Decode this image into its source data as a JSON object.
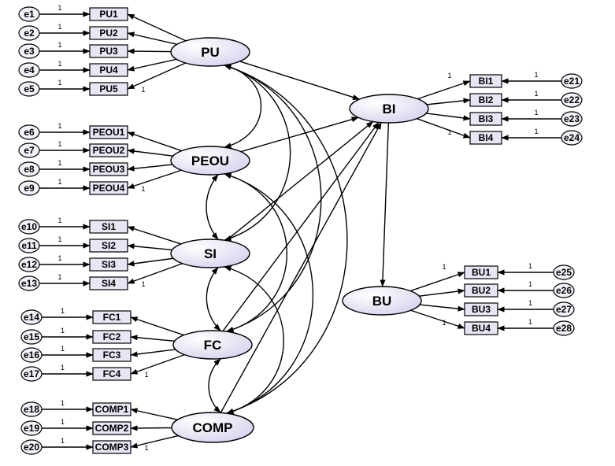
{
  "latents": [
    {
      "id": "PU",
      "label": "PU"
    },
    {
      "id": "PEOU",
      "label": "PEOU"
    },
    {
      "id": "SI",
      "label": "SI"
    },
    {
      "id": "FC",
      "label": "FC"
    },
    {
      "id": "COMP",
      "label": "COMP"
    },
    {
      "id": "BI",
      "label": "BI"
    },
    {
      "id": "BU",
      "label": "BU"
    }
  ],
  "measurement": [
    {
      "latent": "PU",
      "indicators": [
        {
          "label": "PU1",
          "error": "e1"
        },
        {
          "label": "PU2",
          "error": "e2"
        },
        {
          "label": "PU3",
          "error": "e3"
        },
        {
          "label": "PU4",
          "error": "e4"
        },
        {
          "label": "PU5",
          "error": "e5"
        }
      ]
    },
    {
      "latent": "PEOU",
      "indicators": [
        {
          "label": "PEOU1",
          "error": "e6"
        },
        {
          "label": "PEOU2",
          "error": "e7"
        },
        {
          "label": "PEOU3",
          "error": "e8"
        },
        {
          "label": "PEOU4",
          "error": "e9"
        }
      ]
    },
    {
      "latent": "SI",
      "indicators": [
        {
          "label": "SI1",
          "error": "e10"
        },
        {
          "label": "SI2",
          "error": "e11"
        },
        {
          "label": "SI3",
          "error": "e12"
        },
        {
          "label": "SI4",
          "error": "e13"
        }
      ]
    },
    {
      "latent": "FC",
      "indicators": [
        {
          "label": "FC1",
          "error": "e14"
        },
        {
          "label": "FC2",
          "error": "e15"
        },
        {
          "label": "FC3",
          "error": "e16"
        },
        {
          "label": "FC4",
          "error": "e17"
        }
      ]
    },
    {
      "latent": "COMP",
      "indicators": [
        {
          "label": "COMP1",
          "error": "e18"
        },
        {
          "label": "COMP2",
          "error": "e19"
        },
        {
          "label": "COMP3",
          "error": "e20"
        }
      ]
    },
    {
      "latent": "BI",
      "indicators": [
        {
          "label": "BI1",
          "error": "e21"
        },
        {
          "label": "BI2",
          "error": "e22"
        },
        {
          "label": "BI3",
          "error": "e23"
        },
        {
          "label": "BI4",
          "error": "e24"
        }
      ]
    },
    {
      "latent": "BU",
      "indicators": [
        {
          "label": "BU1",
          "error": "e25"
        },
        {
          "label": "BU2",
          "error": "e26"
        },
        {
          "label": "BU3",
          "error": "e27"
        },
        {
          "label": "BU4",
          "error": "e28"
        }
      ]
    }
  ],
  "fixed_weight_label": "1",
  "structural_paths": [
    {
      "from": "PU",
      "to": "BI"
    },
    {
      "from": "PEOU",
      "to": "BI"
    },
    {
      "from": "SI",
      "to": "BI"
    },
    {
      "from": "FC",
      "to": "BI"
    },
    {
      "from": "COMP",
      "to": "BI"
    },
    {
      "from": "BI",
      "to": "BU"
    }
  ],
  "covariances": [
    {
      "a": "PU",
      "b": "PEOU"
    },
    {
      "a": "PU",
      "b": "SI"
    },
    {
      "a": "PU",
      "b": "FC"
    },
    {
      "a": "PU",
      "b": "COMP"
    },
    {
      "a": "PEOU",
      "b": "SI"
    },
    {
      "a": "PEOU",
      "b": "FC"
    },
    {
      "a": "PEOU",
      "b": "COMP"
    },
    {
      "a": "SI",
      "b": "FC"
    },
    {
      "a": "SI",
      "b": "COMP"
    },
    {
      "a": "FC",
      "b": "COMP"
    }
  ],
  "colors": {
    "latent_fill_light": "#ffffff",
    "latent_fill_dark": "#d7d1ee",
    "indicator_fill": "#e7e6f5",
    "error_fill": "#f3f1fa",
    "line": "#000000"
  }
}
